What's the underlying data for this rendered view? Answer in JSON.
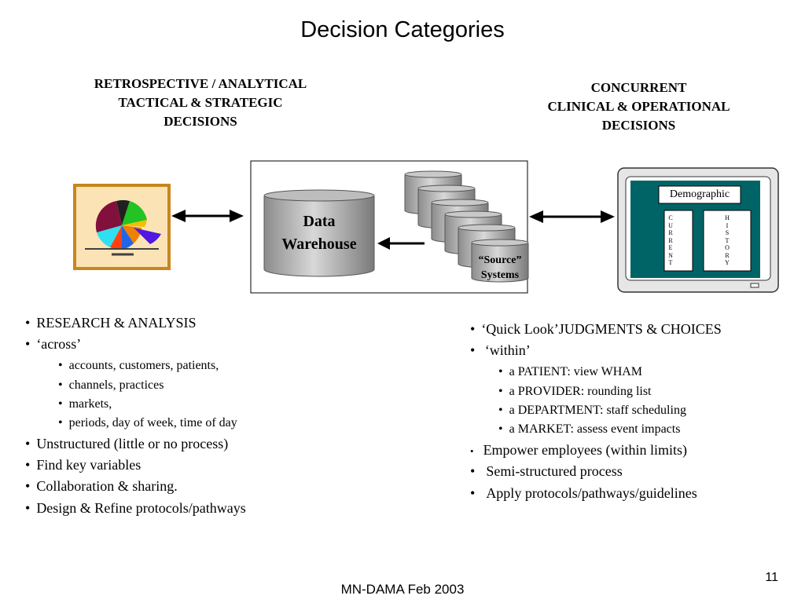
{
  "title": "Decision Categories",
  "left_header": [
    "RETROSPECTIVE / ANALYTICAL",
    "TACTICAL & STRATEGIC",
    "DECISIONS"
  ],
  "right_header": [
    "CONCURRENT",
    "CLINICAL & OPERATIONAL",
    "DECISIONS"
  ],
  "diagram": {
    "warehouse": [
      "Data",
      "Warehouse"
    ],
    "source": [
      "“Source”",
      "Systems"
    ],
    "demographic": "Demographic",
    "current": [
      "C",
      "U",
      "R",
      "R",
      "E",
      "N",
      "T"
    ],
    "history": [
      "H",
      "I",
      "S",
      "T",
      "O",
      "R",
      "Y"
    ]
  },
  "left_bullets": {
    "b1": "RESEARCH  & ANALYSIS",
    "b2": "‘across’",
    "s1": "accounts,  customers, patients,",
    "s2": "channels, practices",
    "s3": "markets,",
    "s4": "periods,  day of week,  time of day",
    "b3": "Unstructured  (little or no process)",
    "b4": "Find key  variables",
    "b5": "Collaboration & sharing.",
    "b6": "Design & Refine protocols/pathways"
  },
  "right_bullets": {
    "b1": "‘Quick Look’JUDGMENTS & CHOICES",
    "b2": " ‘within’",
    "s1": "a PATIENT:  view WHAM",
    "s2": "a PROVIDER:   rounding list",
    "s3": "a DEPARTMENT:  staff scheduling",
    "s4": "a MARKET:     assess event impacts",
    "b3": "Empower employees (within limits)",
    "b4": "Semi-structured process",
    "b5": "Apply protocols/pathways/guidelines"
  },
  "page_number": "11",
  "footer": "MN-DAMA  Feb 2003"
}
